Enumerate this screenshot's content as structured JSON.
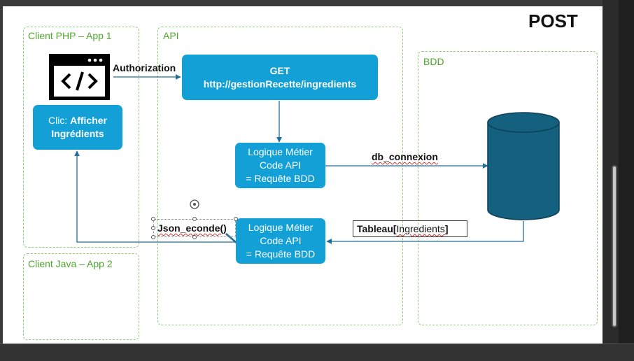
{
  "slide": {
    "title": "POST",
    "zones": {
      "client_php": "Client PHP – App 1",
      "client_java": "Client Java – App 2",
      "api": "API",
      "bdd": "BDD"
    },
    "boxes": {
      "afficher_prefix": "Clic: ",
      "afficher_bold_1": "Afficher",
      "afficher_bold_2": "Ingrédients",
      "get_line1": "GET",
      "get_line2": "http://gestionRecette/ingredients",
      "logique1": [
        "Logique Métier",
        "Code API",
        "= Requête BDD"
      ],
      "logique2": [
        "Logique Métier",
        "Code API",
        "= Requête BDD"
      ]
    },
    "labels": {
      "authorization": "Authorization",
      "db_connexion": "db_connexion",
      "json_econde": "Json_econde()",
      "tableau_prefix": "Tableau[",
      "tableau_word": "Ingredients",
      "tableau_suffix": "]"
    },
    "icons": [
      "code-window-icon",
      "database-cylinder-icon",
      "rotate-handle-icon"
    ]
  },
  "colors": {
    "box_blue": "#12a0d7",
    "zone_green": "#4ea72e",
    "line_blue": "#1f6f9a",
    "cylinder": "#14607f"
  }
}
